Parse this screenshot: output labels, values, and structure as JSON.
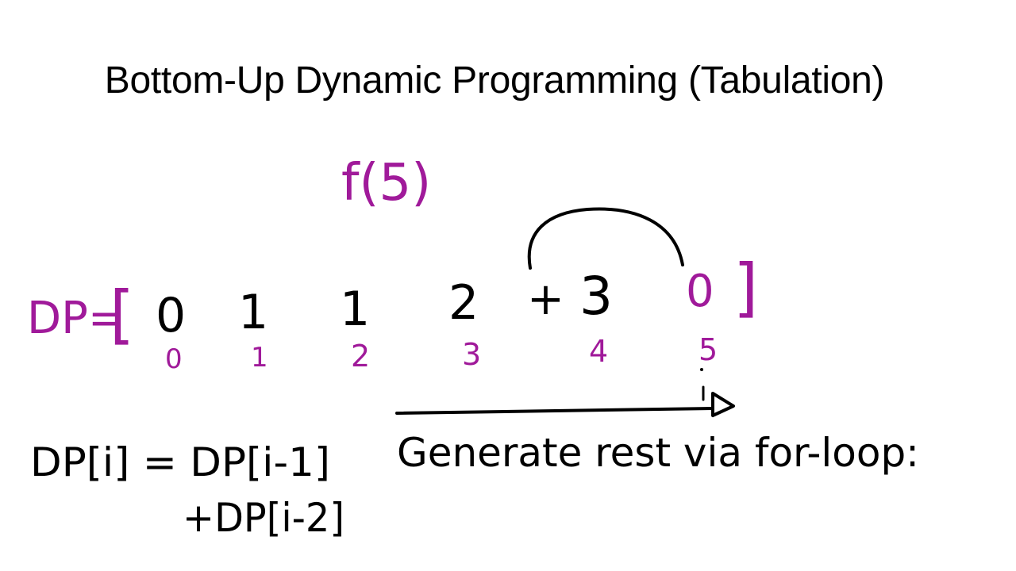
{
  "slide": {
    "title": "Bottom-Up Dynamic Programming (Tabulation)"
  },
  "notes": {
    "call": "f(5)",
    "dp_label": "DP=",
    "open_bracket": "[",
    "close_bracket": "]",
    "plus": "+",
    "recurrence_line1": "DP[i] = DP[i-1]",
    "recurrence_line2": "+DP[i-2]",
    "generate": "Generate rest via for-loop:"
  },
  "dp_array": {
    "values": [
      "0",
      "1",
      "1",
      "2",
      "3",
      "0"
    ],
    "indices": [
      "0",
      "1",
      "2",
      "3",
      "4",
      "5"
    ]
  },
  "colors": {
    "ink": "#000000",
    "magenta": "#a01a9a"
  }
}
